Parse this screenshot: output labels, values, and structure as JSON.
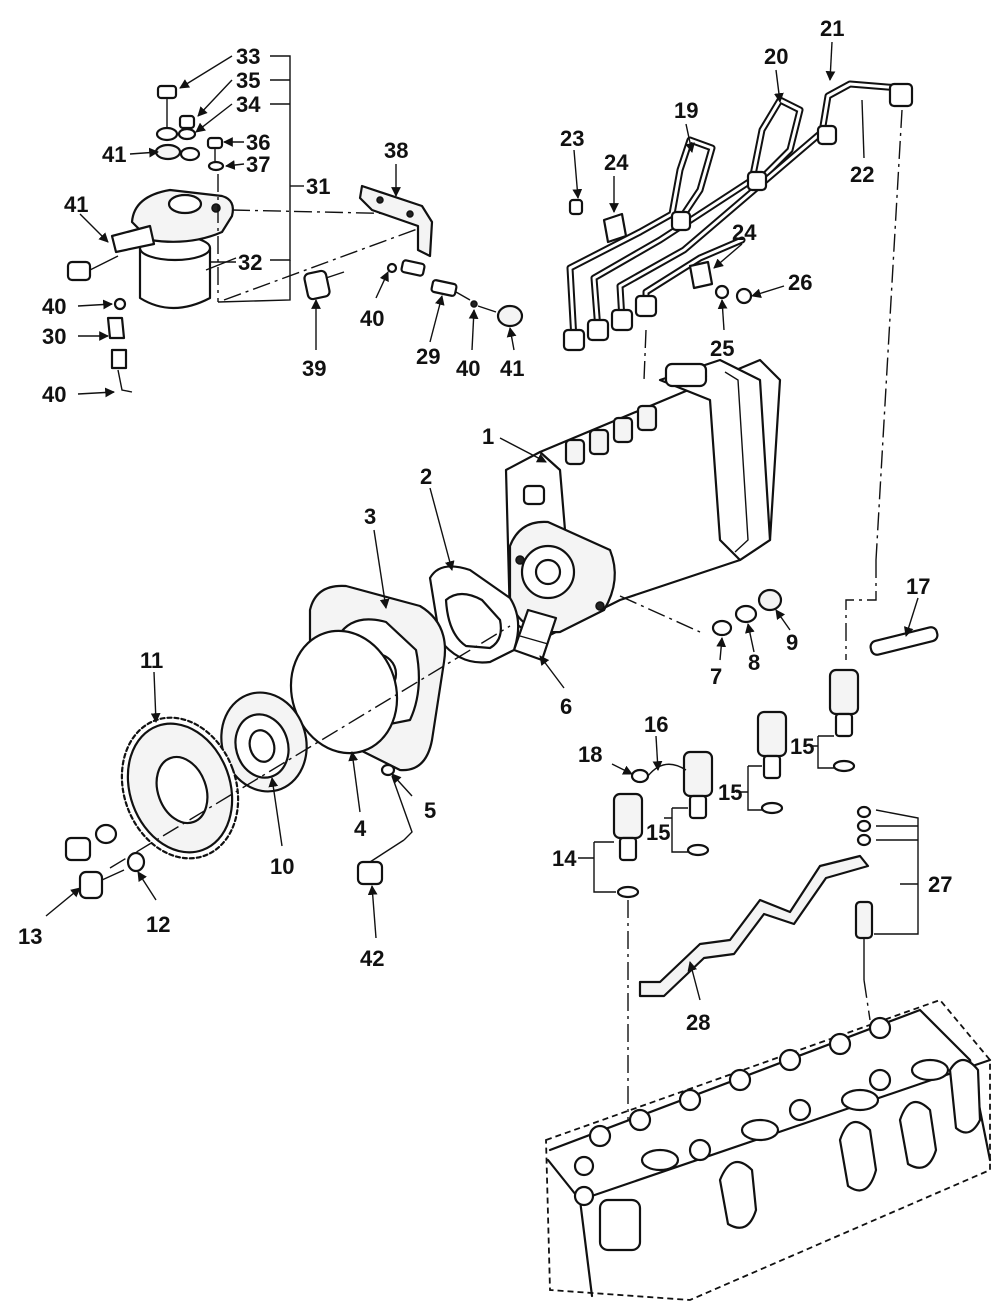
{
  "callouts": {
    "c1": "1",
    "c2": "2",
    "c3": "3",
    "c4": "4",
    "c5": "5",
    "c6": "6",
    "c7": "7",
    "c8": "8",
    "c9": "9",
    "c10": "10",
    "c11": "11",
    "c12": "12",
    "c13": "13",
    "c14": "14",
    "c15a": "15",
    "c15b": "15",
    "c15c": "15",
    "c15d": "15",
    "c16": "16",
    "c17": "17",
    "c18": "18",
    "c19": "19",
    "c20": "20",
    "c21": "21",
    "c22": "22",
    "c23": "23",
    "c24a": "24",
    "c24b": "24",
    "c25": "25",
    "c26": "26",
    "c27": "27",
    "c28": "28",
    "c29": "29",
    "c30": "30",
    "c31": "31",
    "c32": "32",
    "c33": "33",
    "c34": "34",
    "c35": "35",
    "c36": "36",
    "c37": "37",
    "c38": "38",
    "c39": "39",
    "c40a": "40",
    "c40b": "40",
    "c40c": "40",
    "c40d": "40",
    "c41a": "41",
    "c41b": "41",
    "c41c": "41",
    "c42": "42"
  },
  "colors": {
    "ink": "#111111",
    "paper": "#ffffff"
  }
}
